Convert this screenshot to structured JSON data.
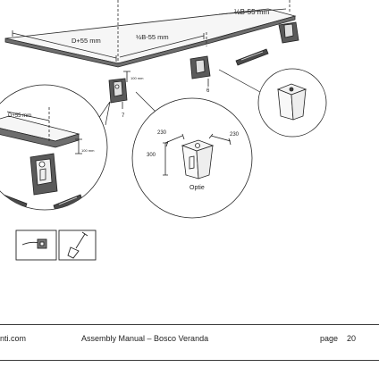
{
  "diagram": {
    "dim_top_right": "½B-55 mm",
    "dim_d": "D+55 mm",
    "dim_half_b": "½B-55 mm",
    "dim_height_small": "100 mm",
    "label_6": "6",
    "label_7": "7",
    "detail_left": {
      "dim_d": "D+55 mm",
      "dim_height": "100 mm"
    },
    "detail_foot": {
      "dim_w1": "230",
      "dim_w2": "230",
      "dim_h": "300",
      "option_label": "Optie"
    },
    "tool_icons": [
      "tie-wrap-icon",
      "shovel-icon"
    ]
  },
  "footer": {
    "website": "nti.com",
    "title": "Assembly Manual – Bosco Veranda",
    "page_label": "page",
    "page_number": "20"
  }
}
